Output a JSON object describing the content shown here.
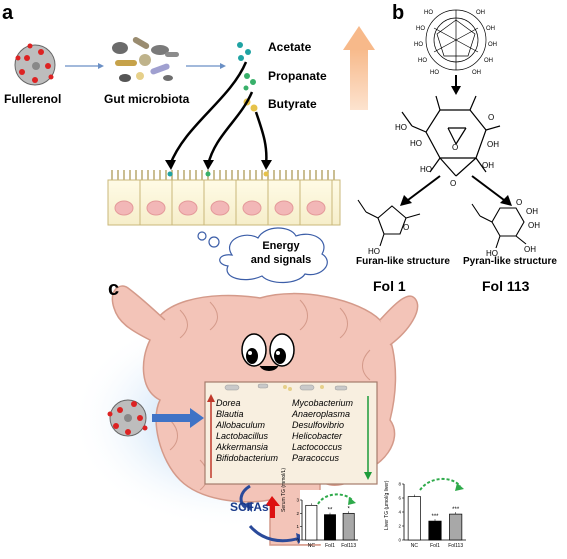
{
  "panel_a": {
    "label": "a",
    "fullerenol": "Fullerenol",
    "gut_microbiota": "Gut microbiota",
    "scfa": [
      "Acetate",
      "Propanate",
      "Butyrate"
    ],
    "energy_line1": "Energy",
    "energy_line2": "and signals"
  },
  "panel_b": {
    "label": "b",
    "furan": "Furan-like structure",
    "pyran": "Pyran-like structure",
    "fol1": "Fol 1",
    "fol113": "Fol 113"
  },
  "panel_c": {
    "label": "c",
    "bacteria_up": [
      "Dorea",
      "Blautia",
      "Allobaculum",
      "Lactobacillus",
      "Akkermansia",
      "Bifidobacterium"
    ],
    "bacteria_down": [
      "Mycobacterium",
      "Anaeroplasma",
      "Desulfovibrio",
      "Helicobacter",
      "Lactococcus",
      "Paracoccus"
    ],
    "scfas": "SCFAs",
    "serum_chart": {
      "ylabel": "Serum TG (mmol/L)",
      "categories": [
        "NC",
        "Fol1",
        "Fol113"
      ],
      "sig": [
        "**",
        "*"
      ]
    },
    "liver_chart": {
      "ylabel": "Liver TG (µmol/g liver)",
      "categories": [
        "NC",
        "Fol1",
        "Fol113"
      ],
      "sig": [
        "***",
        "***"
      ]
    }
  },
  "chart_data": [
    {
      "type": "bar",
      "categories": [
        "NC",
        "Fol1",
        "Fol113"
      ],
      "values": [
        2.6,
        1.9,
        2.0
      ],
      "ylabel": "Serum TG (mmol/L)"
    },
    {
      "type": "bar",
      "categories": [
        "NC",
        "Fol1",
        "Fol113"
      ],
      "values": [
        6.2,
        2.7,
        3.7
      ],
      "ylabel": "Liver TG (µmol/g liver)"
    }
  ]
}
